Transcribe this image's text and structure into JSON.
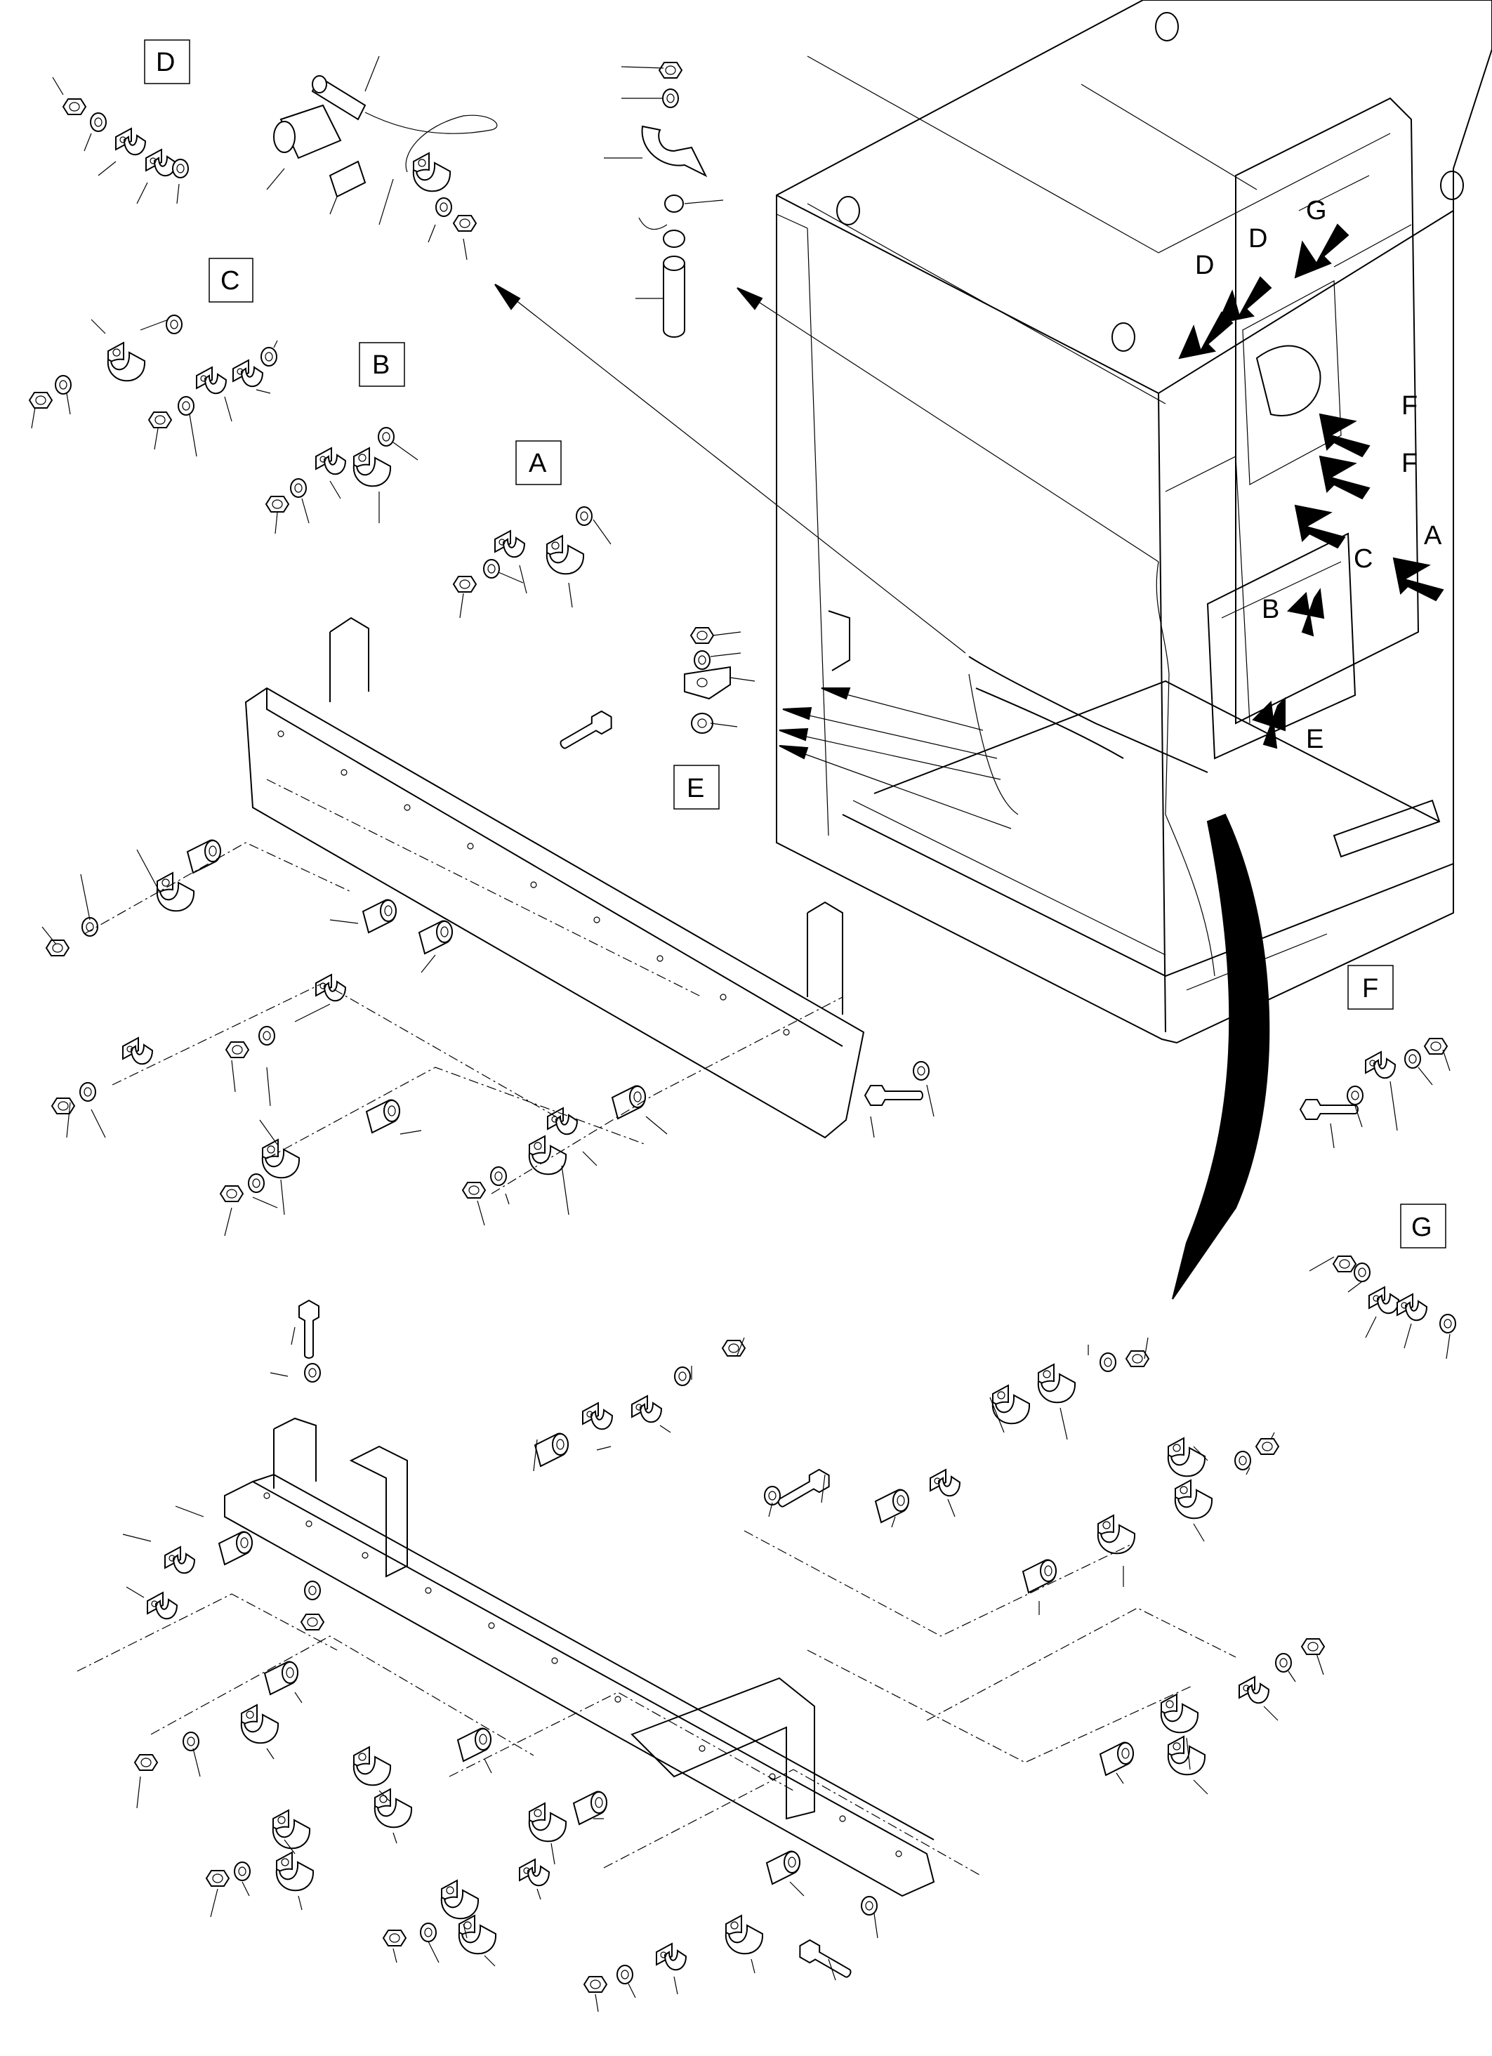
{
  "detail_views": [
    {
      "letter": "D",
      "title": "D"
    },
    {
      "letter": "C",
      "title": "C"
    },
    {
      "letter": "B",
      "title": "B"
    },
    {
      "letter": "A",
      "title": "A"
    },
    {
      "letter": "E",
      "title": "E"
    },
    {
      "letter": "F",
      "title": "F"
    },
    {
      "letter": "G",
      "title": "G"
    }
  ],
  "cabinet_callouts": [
    {
      "letter": "G"
    },
    {
      "letter": "D"
    },
    {
      "letter": "D"
    },
    {
      "letter": "F"
    },
    {
      "letter": "F"
    },
    {
      "letter": "C"
    },
    {
      "letter": "A"
    },
    {
      "letter": "B"
    },
    {
      "letter": "E"
    }
  ]
}
